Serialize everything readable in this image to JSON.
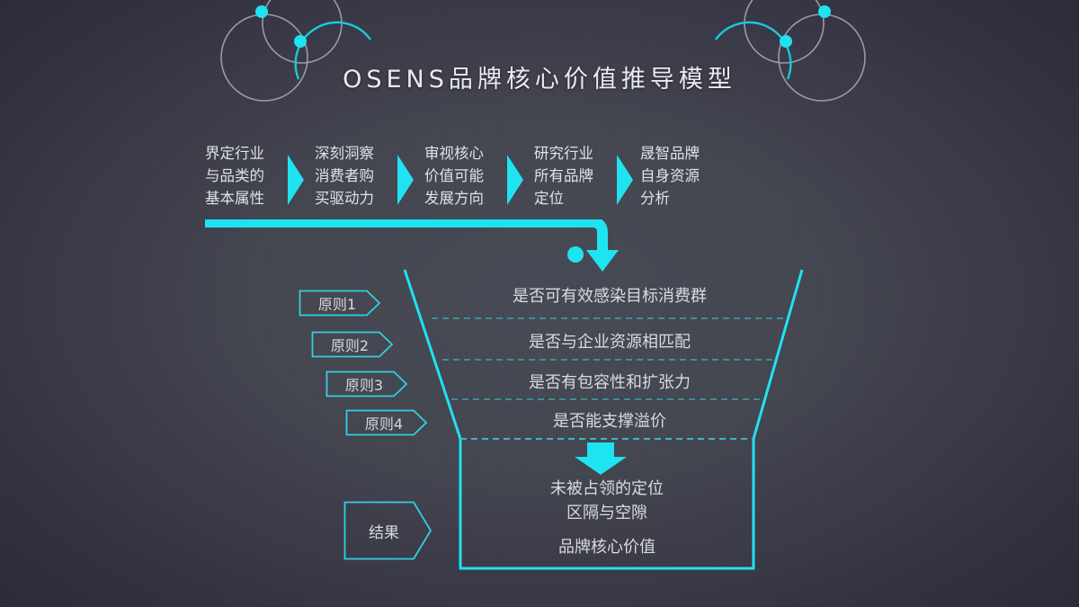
{
  "page": {
    "title": "OSENS品牌核心价值推导模型",
    "accent": "#1ee3f0",
    "accent_dim": "#2f9aa6",
    "text": "#d8dbe0",
    "bg_center": "#474954",
    "bg_edge": "#2a2937"
  },
  "decor": {
    "left_circles_label": "decorative-circles-left",
    "right_circles_label": "decorative-circles-right"
  },
  "steps": [
    {
      "lines": [
        "界定行业",
        "与品类的",
        "基本属性"
      ]
    },
    {
      "lines": [
        "深刻洞察",
        "消费者购",
        "买驱动力"
      ]
    },
    {
      "lines": [
        "审视核心",
        "价值可能",
        "发展方向"
      ]
    },
    {
      "lines": [
        "研究行业",
        "所有品牌",
        "定位"
      ]
    },
    {
      "lines": [
        "晟智品牌",
        "自身资源",
        "分析"
      ]
    }
  ],
  "principles": [
    {
      "label": "原则1",
      "text": "是否可有效感染目标消费群"
    },
    {
      "label": "原则2",
      "text": "是否与企业资源相匹配"
    },
    {
      "label": "原则3",
      "text": "是否有包容性和扩张力"
    },
    {
      "label": "原则4",
      "text": "是否能支撑溢价"
    }
  ],
  "result": {
    "label": "结果",
    "outcome_line1": "未被占领的定位",
    "outcome_line2": "区隔与空隙",
    "outcome_line3": "品牌核心价值"
  }
}
